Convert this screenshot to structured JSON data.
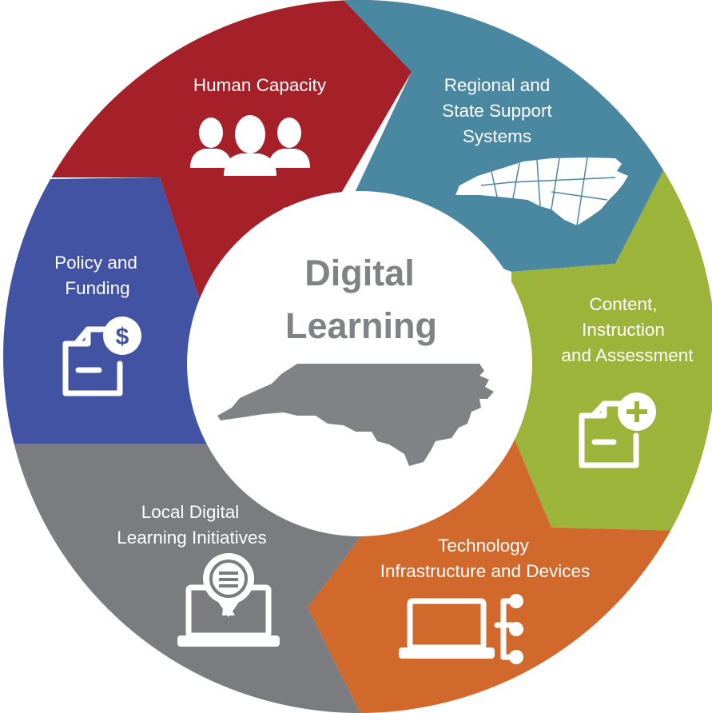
{
  "center": {
    "title_line1": "Digital",
    "title_line2": "Learning",
    "map_color": "#808285"
  },
  "segments": [
    {
      "id": "human-capacity",
      "lines": [
        "Human Capacity"
      ],
      "color": "#a52028",
      "icon": "people-group-icon"
    },
    {
      "id": "regional-state",
      "lines": [
        "Regional and",
        "State Support",
        "Systems"
      ],
      "color": "#4a87a0",
      "icon": "nc-counties-map-icon"
    },
    {
      "id": "content",
      "lines": [
        "Content,",
        "Instruction",
        "and Assessment"
      ],
      "color": "#9db43b",
      "icon": "document-plus-icon"
    },
    {
      "id": "technology",
      "lines": [
        "Technology",
        "Infrastructure and Devices"
      ],
      "color": "#d0692b",
      "icon": "laptop-network-icon"
    },
    {
      "id": "local",
      "lines": [
        "Local Digital",
        "Learning Initiatives"
      ],
      "color": "#7b7c7f",
      "icon": "laptop-location-icon"
    },
    {
      "id": "policy",
      "lines": [
        "Policy and",
        "Funding"
      ],
      "color": "#4153a2",
      "icon": "document-dollar-icon"
    }
  ]
}
